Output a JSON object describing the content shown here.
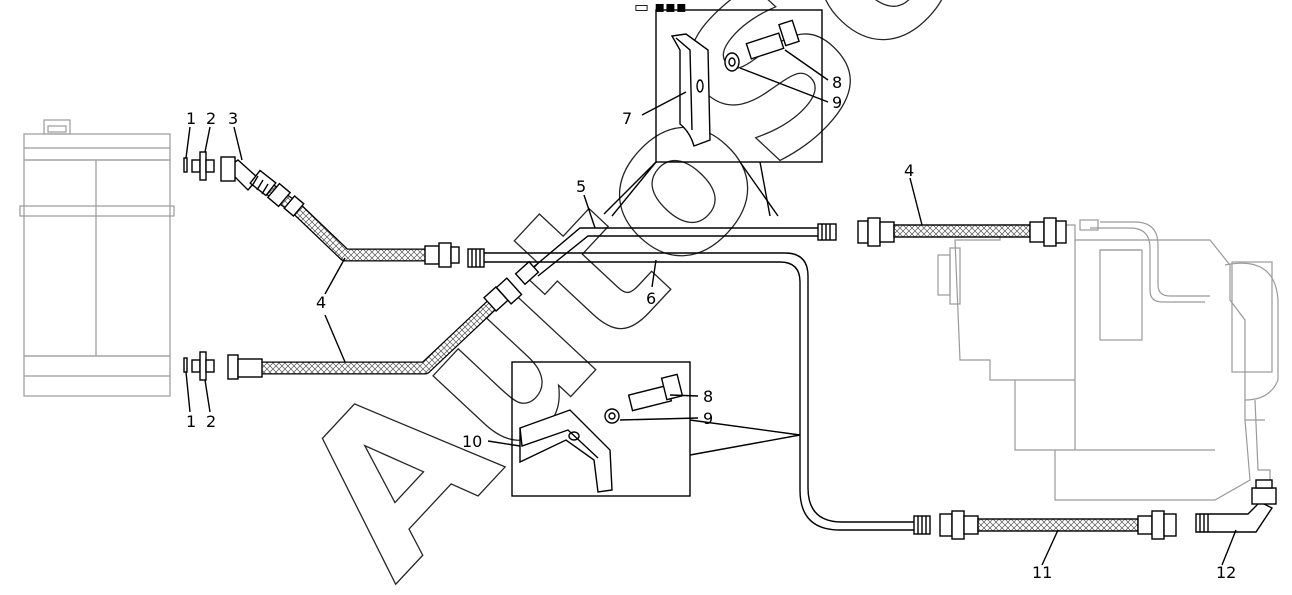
{
  "watermark": "AutoSoft",
  "header_mark": "▭ ▪▪▪",
  "labels": {
    "l1_top": "1",
    "l2_top": "2",
    "l3": "3",
    "l4_upper": "4",
    "l4_lower": "4",
    "l4_right": "4",
    "l5": "5",
    "l6": "6",
    "l7": "7",
    "l8_top": "8",
    "l9_top": "9",
    "l8_bottom": "8",
    "l9_bottom": "9",
    "l10": "10",
    "l1_bottom": "1",
    "l2_bottom": "2",
    "l11": "11",
    "l12": "12"
  }
}
